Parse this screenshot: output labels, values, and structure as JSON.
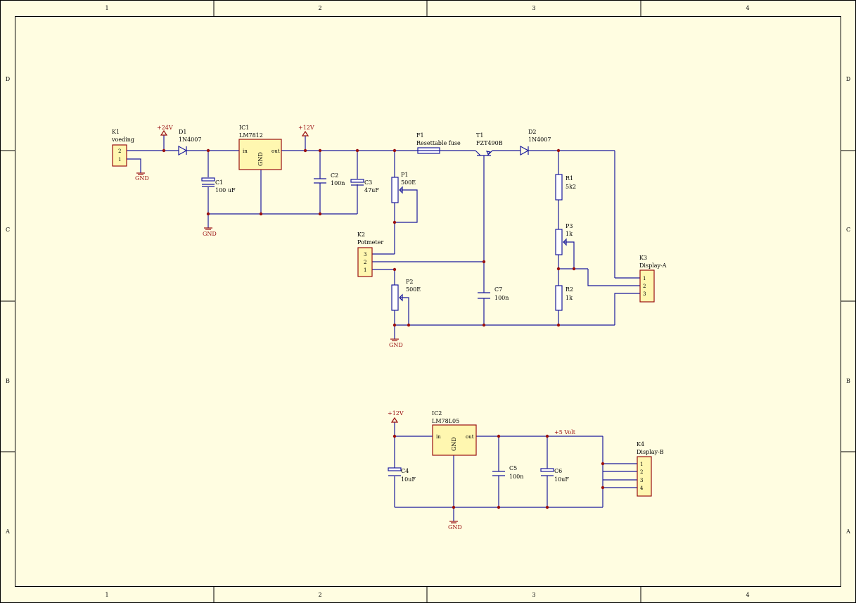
{
  "frame": {
    "columns": [
      "1",
      "2",
      "3",
      "4"
    ],
    "rows": [
      "D",
      "C",
      "B",
      "A"
    ]
  },
  "power": {
    "v24": "+24V",
    "v12a": "+12V",
    "v12b": "+12V",
    "v5": "+5 Volt",
    "gnd1": "GND",
    "gnd2": "GND",
    "gnd3": "GND",
    "gnd4": "GND"
  },
  "components": {
    "k1": {
      "ref": "K1",
      "value": "voeding",
      "pins": [
        "2",
        "1"
      ]
    },
    "d1": {
      "ref": "D1",
      "value": "1N4007"
    },
    "ic1": {
      "ref": "IC1",
      "value": "LM7812",
      "pin_in": "in",
      "pin_out": "out",
      "pin_gnd": "GND"
    },
    "c1": {
      "ref": "C1",
      "value": "100 uF"
    },
    "c2": {
      "ref": "C2",
      "value": "100n"
    },
    "c3": {
      "ref": "C3",
      "value": "47uF"
    },
    "f1": {
      "ref": "F1",
      "value": "Resettable fuse"
    },
    "t1": {
      "ref": "T1",
      "value": "FZT490B"
    },
    "d2": {
      "ref": "D2",
      "value": "1N4007"
    },
    "p1": {
      "ref": "P1",
      "value": "500E"
    },
    "k2": {
      "ref": "K2",
      "value": "Potmeter",
      "pins": [
        "3",
        "2",
        "1"
      ]
    },
    "p2": {
      "ref": "P2",
      "value": "500E"
    },
    "c7": {
      "ref": "C7",
      "value": "100n"
    },
    "r1": {
      "ref": "R1",
      "value": "5k2"
    },
    "p3": {
      "ref": "P3",
      "value": "1k"
    },
    "r2": {
      "ref": "R2",
      "value": "1k"
    },
    "k3": {
      "ref": "K3",
      "value": "Display-A",
      "pins": [
        "1",
        "2",
        "3"
      ]
    },
    "ic2": {
      "ref": "IC2",
      "value": "LM78L05",
      "pin_in": "in",
      "pin_out": "out",
      "pin_gnd": "GND"
    },
    "c4": {
      "ref": "C4",
      "value": "10uF"
    },
    "c5": {
      "ref": "C5",
      "value": "100n"
    },
    "c6": {
      "ref": "C6",
      "value": "10uF"
    },
    "k4": {
      "ref": "K4",
      "value": "Display-B",
      "pins": [
        "1",
        "2",
        "3",
        "4"
      ]
    }
  }
}
